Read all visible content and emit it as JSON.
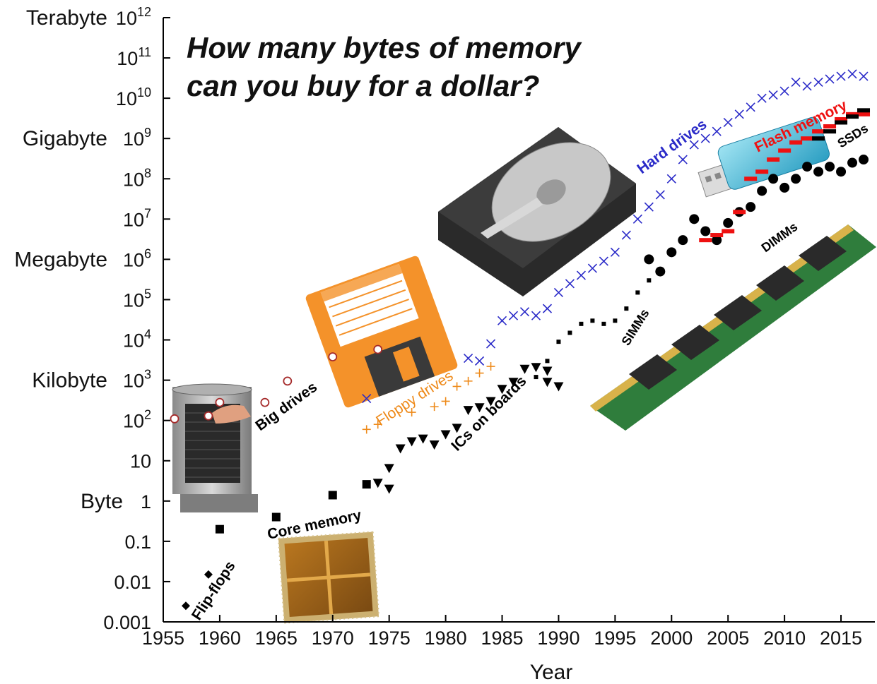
{
  "chart_data": {
    "type": "scatter",
    "title_line1": "How many bytes of memory",
    "title_line2": "can you buy for a dollar?",
    "xlabel": "Year",
    "ylabel": "",
    "xlim": [
      1955,
      2018
    ],
    "ylim": [
      0.001,
      1000000000000
    ],
    "yscale": "log",
    "grid": false,
    "x_ticks": [
      1955,
      1960,
      1965,
      1970,
      1975,
      1980,
      1985,
      1990,
      1995,
      2000,
      2005,
      2010,
      2015
    ],
    "x_tick_labels": [
      "1955",
      "1960",
      "1965",
      "1970",
      "1975",
      "1980",
      "1985",
      "1990",
      "1995",
      "2000",
      "2005",
      "2010",
      "2015"
    ],
    "y_ticks": [
      {
        "value": 0.001,
        "label": "0.001",
        "unit": ""
      },
      {
        "value": 0.01,
        "label": "0.01",
        "unit": ""
      },
      {
        "value": 0.1,
        "label": "0.1",
        "unit": ""
      },
      {
        "value": 1,
        "label": "1",
        "unit": "Byte"
      },
      {
        "value": 10,
        "label": "10",
        "unit": ""
      },
      {
        "value": 100,
        "base": "10",
        "exp": "2",
        "unit": ""
      },
      {
        "value": 1000,
        "base": "10",
        "exp": "3",
        "unit": "Kilobyte"
      },
      {
        "value": 10000,
        "base": "10",
        "exp": "4",
        "unit": ""
      },
      {
        "value": 100000,
        "base": "10",
        "exp": "5",
        "unit": ""
      },
      {
        "value": 1000000,
        "base": "10",
        "exp": "6",
        "unit": "Megabyte"
      },
      {
        "value": 10000000,
        "base": "10",
        "exp": "7",
        "unit": ""
      },
      {
        "value": 100000000,
        "base": "10",
        "exp": "8",
        "unit": ""
      },
      {
        "value": 1000000000,
        "base": "10",
        "exp": "9",
        "unit": "Gigabyte"
      },
      {
        "value": 10000000000,
        "base": "10",
        "exp": "10",
        "unit": ""
      },
      {
        "value": 100000000000,
        "base": "10",
        "exp": "11",
        "unit": ""
      },
      {
        "value": 1000000000000,
        "base": "10",
        "exp": "12",
        "unit": "Terabyte"
      }
    ],
    "series": [
      {
        "name": "Flip-flops",
        "marker": "diamond",
        "color": "#000000",
        "points": [
          [
            1957,
            0.0025
          ],
          [
            1959,
            0.015
          ]
        ]
      },
      {
        "name": "Core memory",
        "marker": "square",
        "color": "#000000",
        "points": [
          [
            1960,
            0.2
          ],
          [
            1965,
            0.4
          ],
          [
            1970,
            1.4
          ],
          [
            1973,
            2.6
          ]
        ]
      },
      {
        "name": "Big drives",
        "marker": "circle",
        "color": "#a52a2a",
        "points": [
          [
            1956,
            110
          ],
          [
            1959,
            130
          ],
          [
            1960,
            280
          ],
          [
            1964,
            280
          ],
          [
            1966,
            950
          ],
          [
            1970,
            3800
          ],
          [
            1974,
            5800
          ]
        ]
      },
      {
        "name": "ICs on boards",
        "marker": "triangle",
        "color": "#000000",
        "points": [
          [
            1974,
            2.8
          ],
          [
            1975,
            2.0
          ],
          [
            1975,
            6.5
          ],
          [
            1976,
            20
          ],
          [
            1977,
            30
          ],
          [
            1978,
            35
          ],
          [
            1979,
            25
          ],
          [
            1980,
            45
          ],
          [
            1981,
            65
          ],
          [
            1982,
            180
          ],
          [
            1983,
            210
          ],
          [
            1984,
            300
          ],
          [
            1985,
            600
          ],
          [
            1986,
            900
          ],
          [
            1987,
            1900
          ],
          [
            1988,
            2100
          ],
          [
            1989,
            1700
          ],
          [
            1989,
            900
          ],
          [
            1990,
            700
          ]
        ]
      },
      {
        "name": "SIMMs",
        "marker": "dot",
        "color": "#000000",
        "points": [
          [
            1988,
            1200
          ],
          [
            1989,
            3000
          ],
          [
            1990,
            9000
          ],
          [
            1991,
            15000
          ],
          [
            1992,
            25000
          ],
          [
            1993,
            30000
          ],
          [
            1994,
            25000
          ],
          [
            1995,
            30000
          ],
          [
            1996,
            60000
          ],
          [
            1997,
            150000
          ],
          [
            1998,
            300000
          ]
        ]
      },
      {
        "name": "DIMMs",
        "marker": "circle-filled",
        "color": "#000000",
        "points": [
          [
            1998,
            1000000
          ],
          [
            1999,
            500000
          ],
          [
            2000,
            1500000
          ],
          [
            2001,
            3000000
          ],
          [
            2002,
            10000000
          ],
          [
            2003,
            5000000
          ],
          [
            2004,
            3000000
          ],
          [
            2005,
            8000000
          ],
          [
            2006,
            15000000
          ],
          [
            2007,
            20000000
          ],
          [
            2008,
            50000000
          ],
          [
            2009,
            100000000
          ],
          [
            2010,
            60000000
          ],
          [
            2011,
            100000000
          ],
          [
            2012,
            200000000
          ],
          [
            2013,
            150000000
          ],
          [
            2014,
            200000000
          ],
          [
            2015,
            150000000
          ],
          [
            2016,
            250000000
          ],
          [
            2017,
            300000000
          ]
        ]
      },
      {
        "name": "Floppy drives",
        "marker": "plus",
        "color": "#ee8a1a",
        "points": [
          [
            1973,
            60
          ],
          [
            1974,
            80
          ],
          [
            1977,
            160
          ],
          [
            1979,
            220
          ],
          [
            1980,
            300
          ],
          [
            1981,
            700
          ],
          [
            1982,
            950
          ],
          [
            1983,
            1500
          ],
          [
            1984,
            2200
          ]
        ]
      },
      {
        "name": "Hard drives",
        "marker": "x",
        "color": "#2a2ac8",
        "points": [
          [
            1973,
            350
          ],
          [
            1982,
            3500
          ],
          [
            1983,
            3000
          ],
          [
            1984,
            8000
          ],
          [
            1985,
            30000
          ],
          [
            1986,
            40000
          ],
          [
            1987,
            50000
          ],
          [
            1988,
            40000
          ],
          [
            1989,
            60000
          ],
          [
            1990,
            150000
          ],
          [
            1991,
            250000
          ],
          [
            1992,
            400000
          ],
          [
            1993,
            600000
          ],
          [
            1994,
            900000
          ],
          [
            1995,
            1500000
          ],
          [
            1996,
            4000000
          ],
          [
            1997,
            10000000
          ],
          [
            1998,
            20000000
          ],
          [
            1999,
            40000000
          ],
          [
            2000,
            100000000
          ],
          [
            2001,
            300000000
          ],
          [
            2002,
            700000000
          ],
          [
            2003,
            1000000000
          ],
          [
            2004,
            1500000000
          ],
          [
            2005,
            2500000000
          ],
          [
            2006,
            4000000000
          ],
          [
            2007,
            6000000000
          ],
          [
            2008,
            10000000000
          ],
          [
            2009,
            12000000000
          ],
          [
            2010,
            15000000000
          ],
          [
            2011,
            25000000000
          ],
          [
            2012,
            20000000000
          ],
          [
            2013,
            25000000000
          ],
          [
            2014,
            30000000000
          ],
          [
            2015,
            35000000000
          ],
          [
            2016,
            40000000000
          ],
          [
            2017,
            35000000000
          ]
        ]
      },
      {
        "name": "Flash memory",
        "marker": "dash",
        "color": "#ee1111",
        "points": [
          [
            2003,
            3000000
          ],
          [
            2004,
            4000000
          ],
          [
            2005,
            5000000
          ],
          [
            2006,
            15000000
          ],
          [
            2007,
            100000000
          ],
          [
            2008,
            150000000
          ],
          [
            2009,
            300000000
          ],
          [
            2010,
            500000000
          ],
          [
            2011,
            800000000
          ],
          [
            2012,
            1000000000
          ],
          [
            2013,
            1500000000
          ],
          [
            2014,
            2000000000
          ],
          [
            2015,
            3000000000
          ],
          [
            2016,
            4000000000
          ],
          [
            2017,
            4000000000
          ]
        ]
      },
      {
        "name": "SSDs",
        "marker": "dash",
        "color": "#000000",
        "points": [
          [
            2013,
            1000000000
          ],
          [
            2014,
            1500000000
          ],
          [
            2015,
            2500000000
          ],
          [
            2016,
            3500000000
          ],
          [
            2017,
            5000000000
          ]
        ]
      }
    ]
  },
  "annotations": [
    {
      "text": "Flip-flops",
      "color": "#000000",
      "series": "Flip-flops"
    },
    {
      "text": "Core memory",
      "color": "#000000",
      "series": "Core memory"
    },
    {
      "text": "Big drives",
      "color": "#000000",
      "series": "Big drives"
    },
    {
      "text": "Floppy drives",
      "color": "#ee8a1a",
      "series": "Floppy drives"
    },
    {
      "text": "ICs on boards",
      "color": "#000000",
      "series": "ICs on boards"
    },
    {
      "text": "SIMMs",
      "color": "#000000",
      "series": "SIMMs"
    },
    {
      "text": "DIMMs",
      "color": "#000000",
      "series": "DIMMs"
    },
    {
      "text": "Hard drives",
      "color": "#2a2ac8",
      "series": "Hard drives"
    },
    {
      "text": "Flash memory",
      "color": "#ee1111",
      "series": "Flash memory"
    },
    {
      "text": "SSDs",
      "color": "#000000",
      "series": "SSDs"
    }
  ],
  "photos": [
    "drum-memory-icon",
    "core-memory-chip-icon",
    "floppy-disk-icon",
    "hard-drive-icon",
    "usb-flash-drive-icon",
    "dimm-module-icon"
  ]
}
